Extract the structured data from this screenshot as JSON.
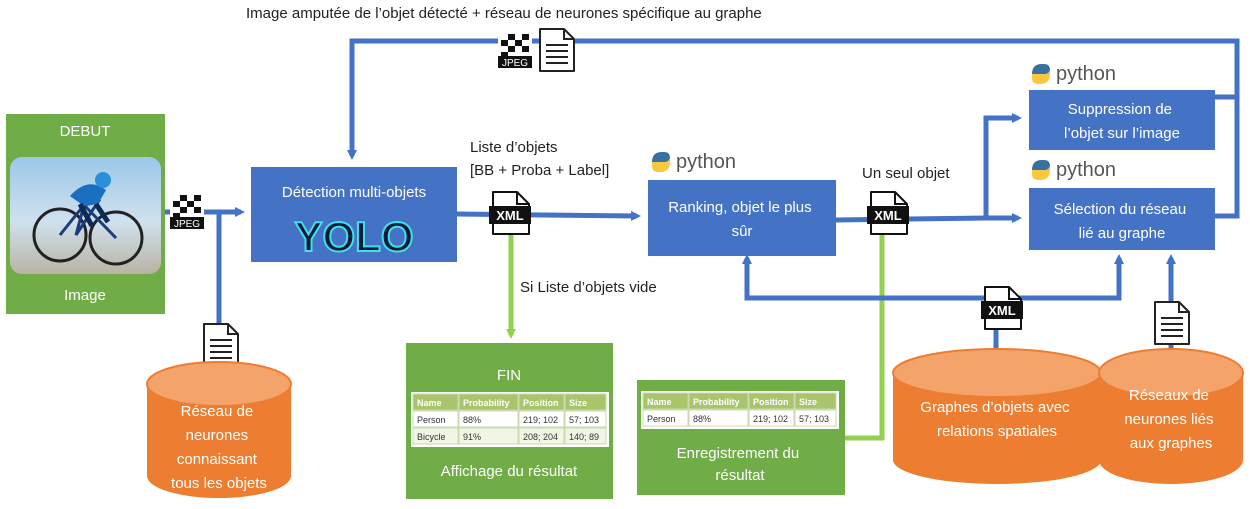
{
  "colors": {
    "box_blue": "#4472C4",
    "box_green": "#70AD47",
    "cylinder_orange": "#ED7D31",
    "arrow_blue": "#4472C4",
    "arrow_green": "#92D050",
    "table_header": "#A9C46A"
  },
  "top_label": "Image amputée de l’objet détecté + réseau de neurones spécifique au graphe",
  "start_box": {
    "title": "DEBUT",
    "caption": "Image"
  },
  "detection_box": {
    "label": "Détection multi-objets",
    "logo": "YOLO"
  },
  "object_list_label": [
    "Liste d’objets",
    "[BB + Proba + Label]"
  ],
  "empty_list_label": "Si Liste d’objets vide",
  "ranking_box": {
    "lines": [
      "Ranking, objet le plus",
      "sûr"
    ]
  },
  "single_object_label": "Un seul objet",
  "suppression_box": {
    "lines": [
      "Suppression de",
      "l’objet sur l’image"
    ]
  },
  "selection_box": {
    "lines": [
      "Sélection du réseau",
      "lié au graphe"
    ]
  },
  "python_labels": [
    "python",
    "python",
    "python"
  ],
  "icons": {
    "jpeg": "JPEG",
    "xml": "XML"
  },
  "end_box": {
    "title": "FIN",
    "caption": "Affichage du résultat",
    "table": {
      "headers": [
        "Name",
        "Probability",
        "Position",
        "Size"
      ],
      "rows": [
        [
          "Person",
          "88%",
          "219; 102",
          "57; 103"
        ],
        [
          "Bicycle",
          "91%",
          "208; 204",
          "140; 89"
        ]
      ]
    }
  },
  "save_box": {
    "caption": [
      "Enregistrement du",
      "résultat"
    ],
    "table": {
      "headers": [
        "Name",
        "Probability",
        "Position",
        "Size"
      ],
      "rows": [
        [
          "Person",
          "88%",
          "219; 102",
          "57; 103"
        ]
      ]
    }
  },
  "db_all_objects": [
    "Réseau de",
    "neurones",
    "connaissant",
    "tous les objets"
  ],
  "db_graphs": [
    "Graphes d’objets avec",
    "relations spatiales"
  ],
  "db_networks": [
    "Réseaux de",
    "neurones liés",
    "aux graphes"
  ]
}
